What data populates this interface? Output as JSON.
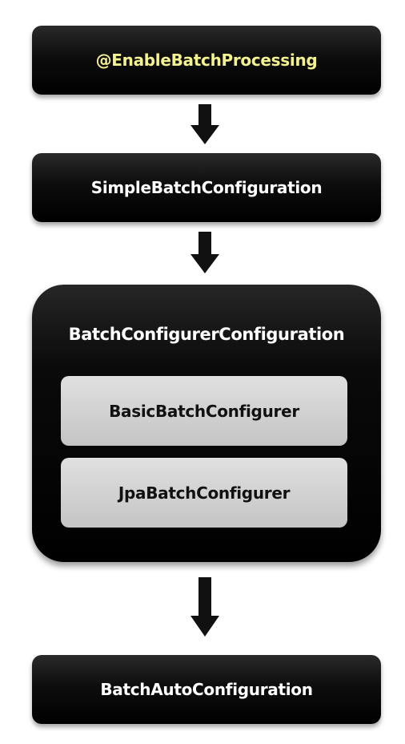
{
  "nodes": {
    "enable_batch_processing": "@EnableBatchProcessing",
    "simple_batch_configuration": "SimpleBatchConfiguration",
    "batch_configurer_configuration": "BatchConfigurerConfiguration",
    "basic_batch_configurer": "BasicBatchConfigurer",
    "jpa_batch_configurer": "JpaBatchConfigurer",
    "batch_auto_configuration": "BatchAutoConfiguration"
  },
  "colors": {
    "box_fill": "#000000",
    "accent_text": "#f4f191",
    "inner_fill": "#cfcfcf"
  }
}
